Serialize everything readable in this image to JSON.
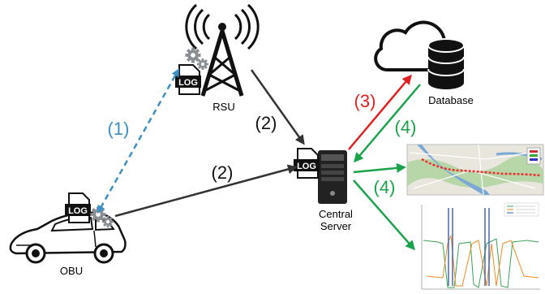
{
  "nodes": {
    "rsu": "RSU",
    "obu": "OBU",
    "server_line1": "Central",
    "server_line2": "Server",
    "database": "Database"
  },
  "log_label": "LOG",
  "steps": {
    "s1": "(1)",
    "s2a": "(2)",
    "s2b": "(2)",
    "s3": "(3)",
    "s4a": "(4)",
    "s4b": "(4)"
  },
  "colors": {
    "step1": "#3b8fc4",
    "step2": "#333333",
    "step3": "#e02020",
    "step4": "#1aa34a",
    "route": "#e83030",
    "map_water": "#7aa9d6",
    "map_green": "#b7d7a8",
    "chart_green": "#3aa357",
    "chart_orange": "#f08a24",
    "chart_blue": "#3b5ea8"
  },
  "icons": {
    "tower": "radio-tower-icon",
    "gears": "gears-icon",
    "log_file": "log-file-icon",
    "server": "server-tower-icon",
    "cloud": "cloud-icon",
    "database": "database-cylinder-icon",
    "car": "car-icon",
    "map": "map-thumbnail",
    "chart": "chart-thumbnail"
  }
}
